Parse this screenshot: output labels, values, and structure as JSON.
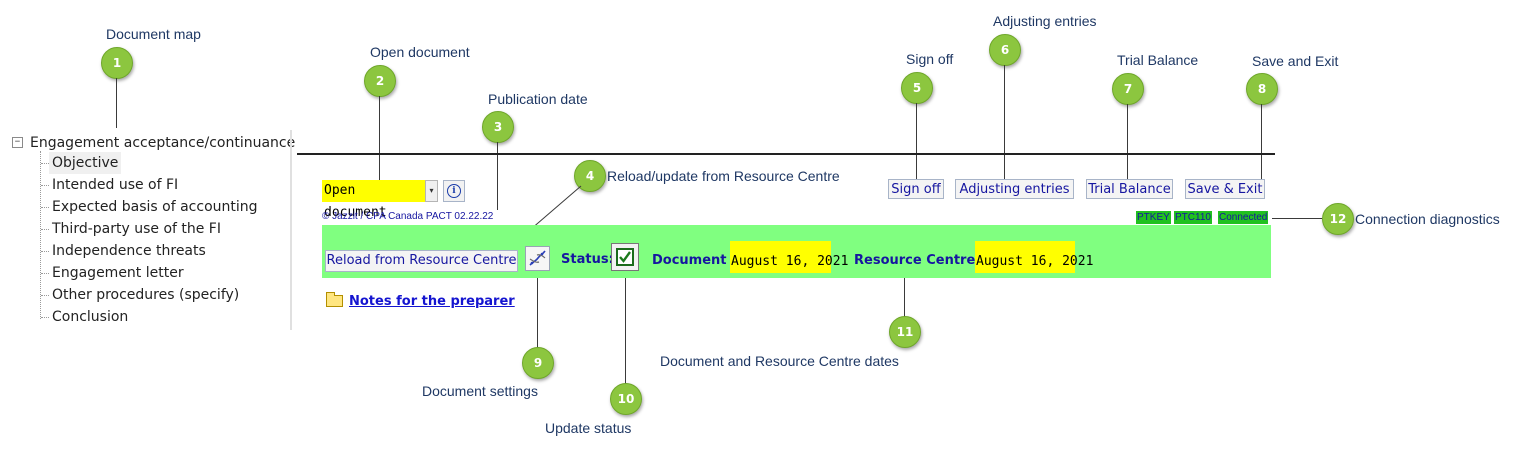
{
  "tree": {
    "expander": "−",
    "root": "Engagement acceptance/continuance",
    "items": [
      "Objective",
      "Intended use of FI",
      "Expected basis of accounting",
      "Third-party use of the FI",
      "Independence threats",
      "Engagement letter",
      "Other procedures (specify)",
      "Conclusion"
    ],
    "selected_index": 0
  },
  "toolbar": {
    "open_document": "Open document",
    "caret": "▾",
    "info": "i",
    "copyright": "© Jazzit / CPA Canada PACT 02.22.22",
    "sign_off": "Sign off",
    "adjusting_entries": "Adjusting entries",
    "trial_balance": "Trial Balance",
    "save_exit": "Save & Exit"
  },
  "diagnostics": [
    "PTKEY",
    "PTC110",
    "Connected"
  ],
  "statusbar": {
    "reload": "Reload from Resource Centre",
    "status_label": "Status:",
    "document_label": "Document :",
    "document_date": "August 16, 2021",
    "rc_label": "Resource Centre :",
    "rc_date": "August 16, 2021"
  },
  "notes": {
    "link": "Notes for the preparer"
  },
  "callouts": [
    {
      "num": "1",
      "label": "Document map"
    },
    {
      "num": "2",
      "label": "Open document"
    },
    {
      "num": "3",
      "label": "Publication date"
    },
    {
      "num": "4",
      "label": "Reload/update from Resource Centre"
    },
    {
      "num": "5",
      "label": "Sign off"
    },
    {
      "num": "6",
      "label": "Adjusting entries"
    },
    {
      "num": "7",
      "label": "Trial Balance"
    },
    {
      "num": "8",
      "label": "Save and Exit"
    },
    {
      "num": "9",
      "label": "Document settings"
    },
    {
      "num": "10",
      "label": "Update status"
    },
    {
      "num": "11",
      "label": "Document and Resource Centre dates"
    },
    {
      "num": "12",
      "label": "Connection diagnostics"
    }
  ],
  "colors": {
    "badge": "#8cc63f",
    "status_bar": "#80ff80",
    "highlight": "#ffff00",
    "link_text": "#1616a0"
  }
}
